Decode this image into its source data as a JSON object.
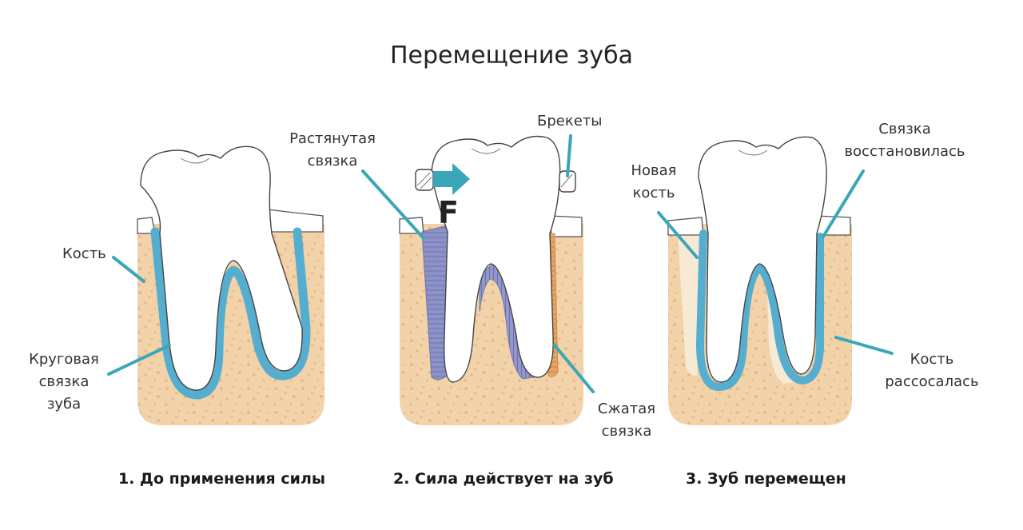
{
  "title": "Перемещение зуба",
  "force_label": "F",
  "labels": {
    "bone": "Кость",
    "circular_ligament": [
      "Круговая",
      "связка",
      "зуба"
    ],
    "stretched_ligament": [
      "Растянутая",
      "связка"
    ],
    "braces": "Брекеты",
    "compressed_ligament": [
      "Сжатая",
      "связка"
    ],
    "new_bone": [
      "Новая",
      "кость"
    ],
    "ligament_restored": [
      "Связка",
      "восстановилась"
    ],
    "bone_resorbed": [
      "Кость",
      "рассосалась"
    ]
  },
  "captions": {
    "stage1": "1. До применения силы",
    "stage2": "2. Сила действует на зуб",
    "stage3": "3. Зуб перемещен"
  },
  "colors": {
    "bone": "#f2d2a8",
    "ligament": "#55aed0",
    "stretched": "#8d92c8",
    "compressed": "#e8a464",
    "new_bone": "#f6ead5",
    "pointer": "#3aa6b8",
    "arrow": "#3aa6b8"
  }
}
